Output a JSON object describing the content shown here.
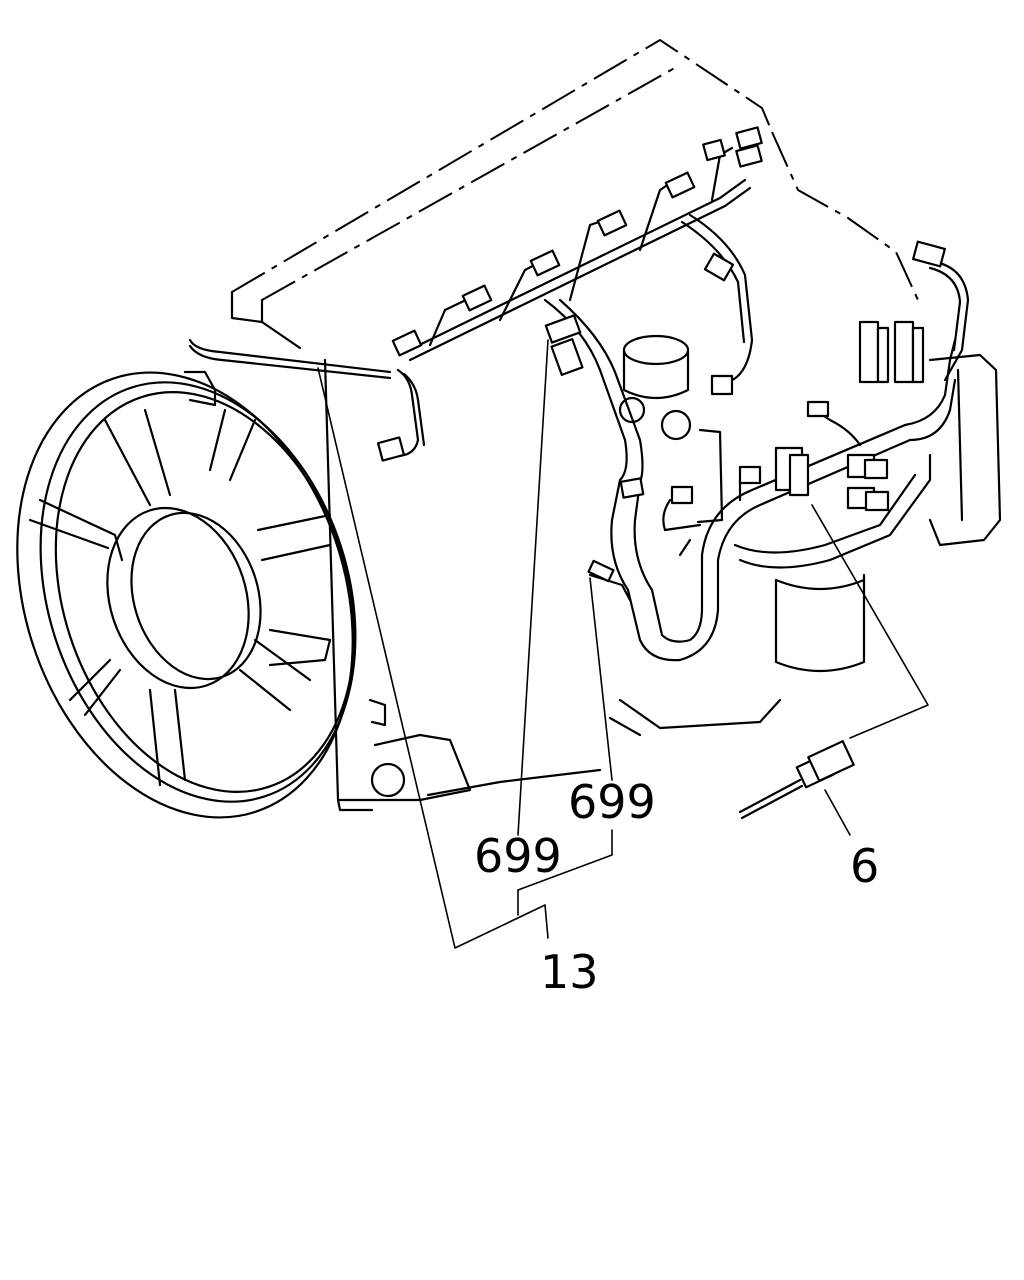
{
  "callouts": {
    "harness_upper": "699",
    "harness_lower": "699",
    "harness_assembly": "13",
    "sensor": "6"
  }
}
